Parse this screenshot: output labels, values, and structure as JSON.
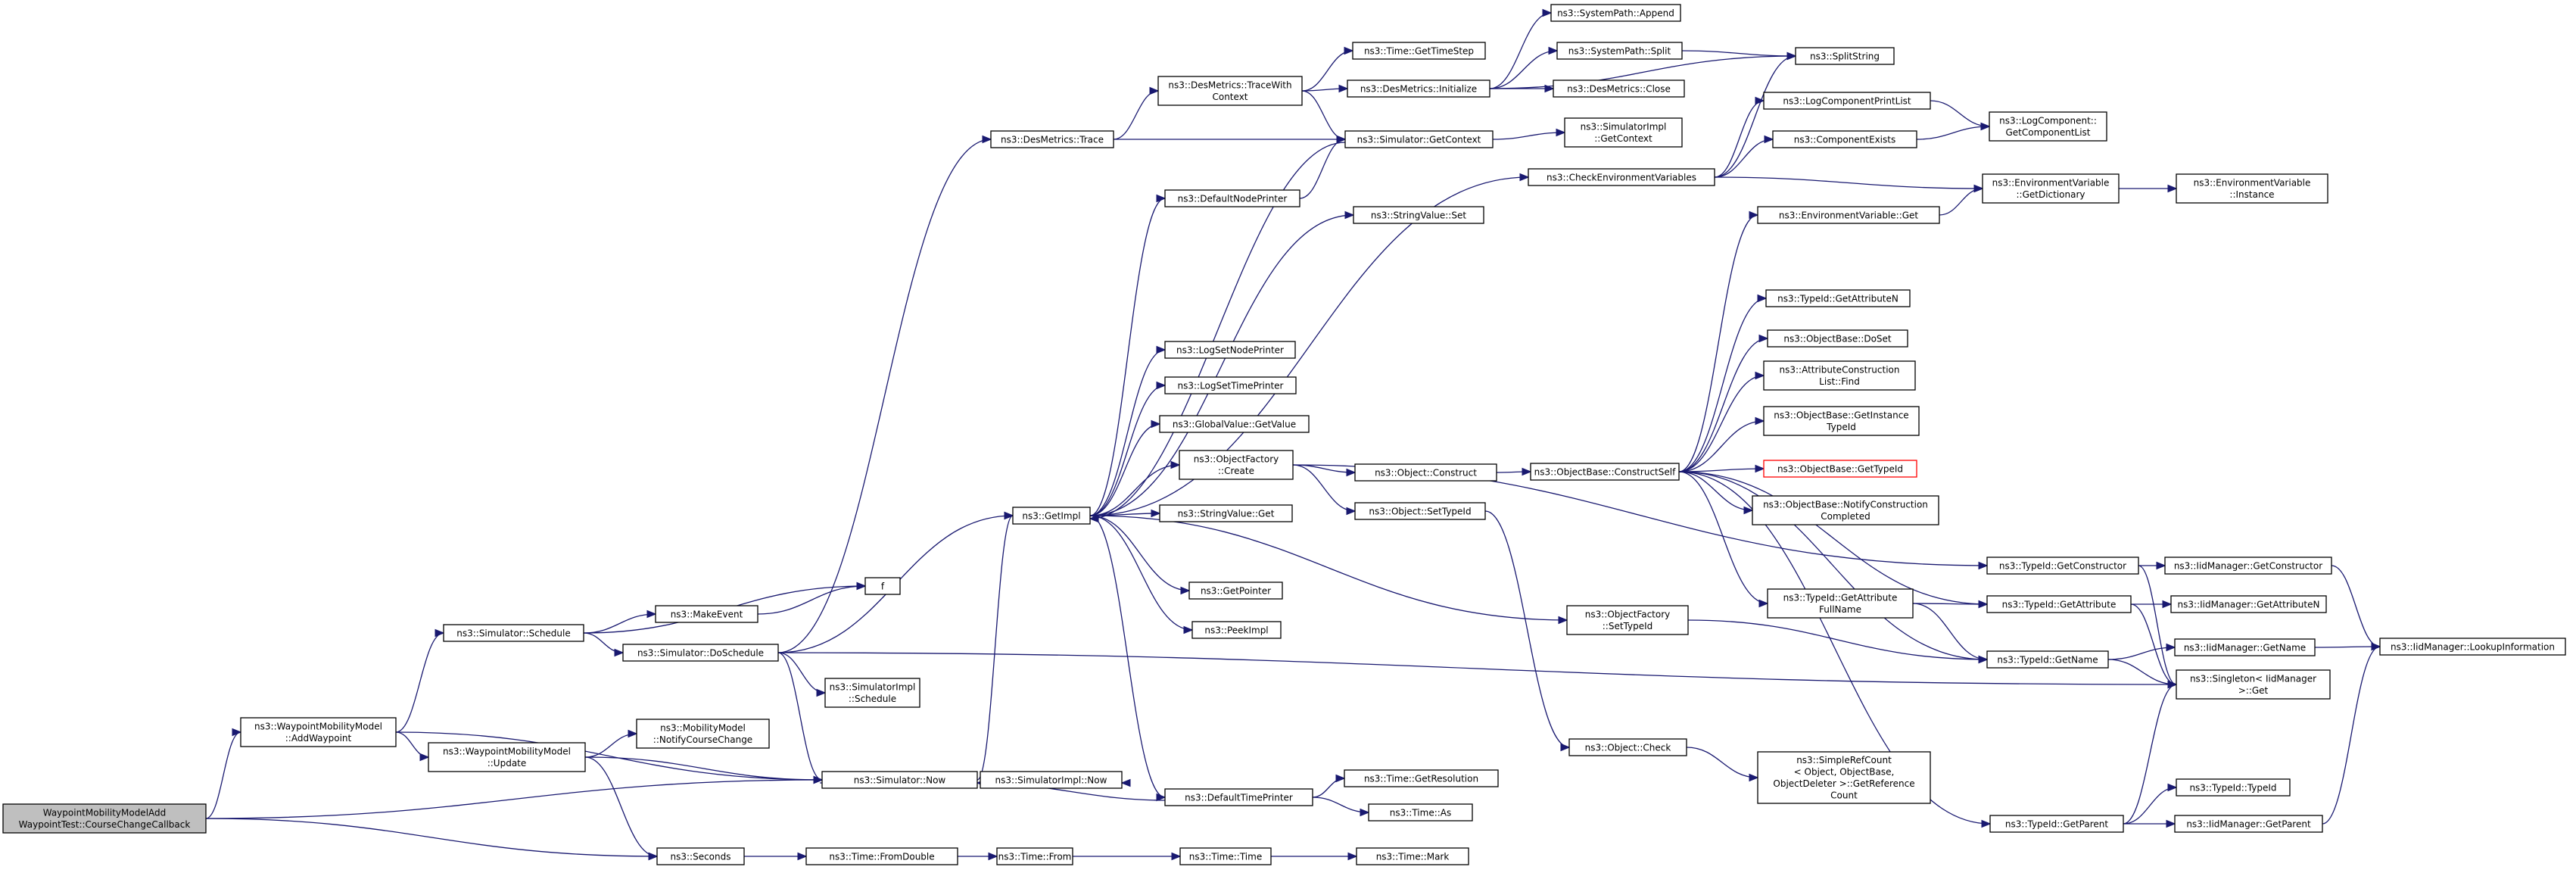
{
  "diagram": {
    "colors": {
      "edge": "#191970",
      "root_fill": "#bfbfbf",
      "highlight_border": "#ff0000"
    },
    "nodes": [
      {
        "id": "root",
        "lines": [
          "WaypointMobilityModelAdd",
          "WaypointTest::CourseChangeCallback"
        ],
        "style": "root"
      },
      {
        "id": "addwp",
        "lines": [
          "ns3::WaypointMobilityModel",
          "::AddWaypoint"
        ]
      },
      {
        "id": "wpupdate",
        "lines": [
          "ns3::WaypointMobilityModel",
          "::Update"
        ]
      },
      {
        "id": "notify",
        "lines": [
          "ns3::MobilityModel",
          "::NotifyCourseChange"
        ]
      },
      {
        "id": "schedule",
        "lines": [
          "ns3::Simulator::Schedule"
        ]
      },
      {
        "id": "makeevent",
        "lines": [
          "ns3::MakeEvent"
        ]
      },
      {
        "id": "f",
        "lines": [
          "f"
        ]
      },
      {
        "id": "doschedule",
        "lines": [
          "ns3::Simulator::DoSchedule"
        ]
      },
      {
        "id": "simimplsched",
        "lines": [
          "ns3::SimulatorImpl",
          "::Schedule"
        ]
      },
      {
        "id": "now",
        "lines": [
          "ns3::Simulator::Now"
        ]
      },
      {
        "id": "simimplnow",
        "lines": [
          "ns3::SimulatorImpl::Now"
        ]
      },
      {
        "id": "seconds",
        "lines": [
          "ns3::Seconds"
        ]
      },
      {
        "id": "fromdouble",
        "lines": [
          "ns3::Time::FromDouble"
        ]
      },
      {
        "id": "from",
        "lines": [
          "ns3::Time::From"
        ]
      },
      {
        "id": "timetime",
        "lines": [
          "ns3::Time::Time"
        ]
      },
      {
        "id": "mark",
        "lines": [
          "ns3::Time::Mark"
        ]
      },
      {
        "id": "desmtrace",
        "lines": [
          "ns3::DesMetrics::Trace"
        ]
      },
      {
        "id": "tracectx",
        "lines": [
          "ns3::DesMetrics::TraceWith",
          "Context"
        ]
      },
      {
        "id": "gettimestep",
        "lines": [
          "ns3::Time::GetTimeStep"
        ]
      },
      {
        "id": "desminit",
        "lines": [
          "ns3::DesMetrics::Initialize"
        ]
      },
      {
        "id": "append",
        "lines": [
          "ns3::SystemPath::Append"
        ]
      },
      {
        "id": "split",
        "lines": [
          "ns3::SystemPath::Split"
        ]
      },
      {
        "id": "splitstring",
        "lines": [
          "ns3::SplitString"
        ]
      },
      {
        "id": "desmclose",
        "lines": [
          "ns3::DesMetrics::Close"
        ]
      },
      {
        "id": "simgetctx",
        "lines": [
          "ns3::Simulator::GetContext"
        ]
      },
      {
        "id": "simimplctx",
        "lines": [
          "ns3::SimulatorImpl",
          "::GetContext"
        ]
      },
      {
        "id": "getimpl",
        "lines": [
          "ns3::GetImpl"
        ]
      },
      {
        "id": "defnodeprinter",
        "lines": [
          "ns3::DefaultNodePrinter"
        ]
      },
      {
        "id": "checkenv",
        "lines": [
          "ns3::CheckEnvironmentVariables"
        ]
      },
      {
        "id": "logcomplist",
        "lines": [
          "ns3::LogComponentPrintList"
        ]
      },
      {
        "id": "logcompget",
        "lines": [
          "ns3::LogComponent::",
          "GetComponentList"
        ]
      },
      {
        "id": "compexists",
        "lines": [
          "ns3::ComponentExists"
        ]
      },
      {
        "id": "envgetdict",
        "lines": [
          "ns3::EnvironmentVariable",
          "::GetDictionary"
        ]
      },
      {
        "id": "envinstance",
        "lines": [
          "ns3::EnvironmentVariable",
          "::Instance"
        ]
      },
      {
        "id": "envget",
        "lines": [
          "ns3::EnvironmentVariable::Get"
        ]
      },
      {
        "id": "strvalset",
        "lines": [
          "ns3::StringValue::Set"
        ]
      },
      {
        "id": "logsetnode",
        "lines": [
          "ns3::LogSetNodePrinter"
        ]
      },
      {
        "id": "logsettime",
        "lines": [
          "ns3::LogSetTimePrinter"
        ]
      },
      {
        "id": "globalget",
        "lines": [
          "ns3::GlobalValue::GetValue"
        ]
      },
      {
        "id": "objfactcreate",
        "lines": [
          "ns3::ObjectFactory",
          "::Create"
        ]
      },
      {
        "id": "strvalget",
        "lines": [
          "ns3::StringValue::Get"
        ]
      },
      {
        "id": "getpointer",
        "lines": [
          "ns3::GetPointer"
        ]
      },
      {
        "id": "peekimpl",
        "lines": [
          "ns3::PeekImpl"
        ]
      },
      {
        "id": "deftimeprinter",
        "lines": [
          "ns3::DefaultTimePrinter"
        ]
      },
      {
        "id": "getres",
        "lines": [
          "ns3::Time::GetResolution"
        ]
      },
      {
        "id": "timeas",
        "lines": [
          "ns3::Time::As"
        ]
      },
      {
        "id": "objconstruct",
        "lines": [
          "ns3::Object::Construct"
        ]
      },
      {
        "id": "objsettypeid",
        "lines": [
          "ns3::Object::SetTypeId"
        ]
      },
      {
        "id": "constructself",
        "lines": [
          "ns3::ObjectBase::ConstructSelf"
        ]
      },
      {
        "id": "getattrn",
        "lines": [
          "ns3::TypeId::GetAttributeN"
        ]
      },
      {
        "id": "doset",
        "lines": [
          "ns3::ObjectBase::DoSet"
        ]
      },
      {
        "id": "attrconstlist",
        "lines": [
          "ns3::AttributeConstruction",
          "List::Find"
        ]
      },
      {
        "id": "getinsttypeid",
        "lines": [
          "ns3::ObjectBase::GetInstance",
          "TypeId"
        ]
      },
      {
        "id": "gettypeid",
        "lines": [
          "ns3::ObjectBase::GetTypeId"
        ],
        "style": "red"
      },
      {
        "id": "notifyconst",
        "lines": [
          "ns3::ObjectBase::NotifyConstruction",
          "Completed"
        ]
      },
      {
        "id": "getattrfull",
        "lines": [
          "ns3::TypeId::GetAttribute",
          "FullName"
        ]
      },
      {
        "id": "objfactsettid",
        "lines": [
          "ns3::ObjectFactory",
          "::SetTypeId"
        ]
      },
      {
        "id": "objcheck",
        "lines": [
          "ns3::Object::Check"
        ]
      },
      {
        "id": "simplerefcount",
        "lines": [
          "ns3::SimpleRefCount",
          "< Object, ObjectBase,",
          "ObjectDeleter >::GetReference",
          "Count"
        ]
      },
      {
        "id": "getconstructor",
        "lines": [
          "ns3::TypeId::GetConstructor"
        ]
      },
      {
        "id": "getattribute",
        "lines": [
          "ns3::TypeId::GetAttribute"
        ]
      },
      {
        "id": "tidgetname",
        "lines": [
          "ns3::TypeId::GetName"
        ]
      },
      {
        "id": "getparent",
        "lines": [
          "ns3::TypeId::GetParent"
        ]
      },
      {
        "id": "iidgetctor",
        "lines": [
          "ns3::IidManager::GetConstructor"
        ]
      },
      {
        "id": "iidgetattrn",
        "lines": [
          "ns3::IidManager::GetAttributeN"
        ]
      },
      {
        "id": "iidgetname",
        "lines": [
          "ns3::IidManager::GetName"
        ]
      },
      {
        "id": "singleton",
        "lines": [
          "ns3::Singleton< IidManager",
          ">::Get"
        ]
      },
      {
        "id": "tidtypeid",
        "lines": [
          "ns3::TypeId::TypeId"
        ]
      },
      {
        "id": "iidgetparent",
        "lines": [
          "ns3::IidManager::GetParent"
        ]
      },
      {
        "id": "lookup",
        "lines": [
          "ns3::IidManager::LookupInformation"
        ]
      }
    ],
    "edges": [
      [
        "root",
        "addwp"
      ],
      [
        "root",
        "now"
      ],
      [
        "root",
        "seconds"
      ],
      [
        "addwp",
        "schedule"
      ],
      [
        "addwp",
        "now"
      ],
      [
        "addwp",
        "wpupdate"
      ],
      [
        "wpupdate",
        "notify"
      ],
      [
        "wpupdate",
        "now"
      ],
      [
        "wpupdate",
        "seconds"
      ],
      [
        "schedule",
        "makeevent"
      ],
      [
        "schedule",
        "f"
      ],
      [
        "schedule",
        "doschedule"
      ],
      [
        "makeevent",
        "f"
      ],
      [
        "doschedule",
        "desmtrace"
      ],
      [
        "doschedule",
        "getimpl"
      ],
      [
        "doschedule",
        "now"
      ],
      [
        "doschedule",
        "simimplsched"
      ],
      [
        "doschedule",
        "singleton"
      ],
      [
        "now",
        "getimpl"
      ],
      [
        "now",
        "simimplnow"
      ],
      [
        "seconds",
        "fromdouble"
      ],
      [
        "fromdouble",
        "from"
      ],
      [
        "from",
        "timetime"
      ],
      [
        "timetime",
        "mark"
      ],
      [
        "desmtrace",
        "tracectx"
      ],
      [
        "desmtrace",
        "simgetctx"
      ],
      [
        "tracectx",
        "gettimestep"
      ],
      [
        "tracectx",
        "desminit"
      ],
      [
        "tracectx",
        "simgetctx"
      ],
      [
        "desminit",
        "append"
      ],
      [
        "desminit",
        "split"
      ],
      [
        "desminit",
        "splitstring"
      ],
      [
        "desminit",
        "desmclose"
      ],
      [
        "split",
        "splitstring"
      ],
      [
        "simgetctx",
        "simimplctx"
      ],
      [
        "simgetctx",
        "getimpl"
      ],
      [
        "getimpl",
        "defnodeprinter"
      ],
      [
        "getimpl",
        "checkenv"
      ],
      [
        "getimpl",
        "strvalset"
      ],
      [
        "getimpl",
        "logsetnode"
      ],
      [
        "getimpl",
        "logsettime"
      ],
      [
        "getimpl",
        "globalget"
      ],
      [
        "getimpl",
        "objfactcreate"
      ],
      [
        "getimpl",
        "strvalget"
      ],
      [
        "getimpl",
        "getpointer"
      ],
      [
        "getimpl",
        "peekimpl"
      ],
      [
        "getimpl",
        "deftimeprinter"
      ],
      [
        "getimpl",
        "objfactsettid"
      ],
      [
        "defnodeprinter",
        "simgetctx"
      ],
      [
        "checkenv",
        "splitstring"
      ],
      [
        "checkenv",
        "logcomplist"
      ],
      [
        "checkenv",
        "compexists"
      ],
      [
        "checkenv",
        "envgetdict"
      ],
      [
        "logcomplist",
        "logcompget"
      ],
      [
        "compexists",
        "logcompget"
      ],
      [
        "envgetdict",
        "envinstance"
      ],
      [
        "envget",
        "envgetdict"
      ],
      [
        "deftimeprinter",
        "now"
      ],
      [
        "deftimeprinter",
        "getres"
      ],
      [
        "deftimeprinter",
        "timeas"
      ],
      [
        "objfactcreate",
        "objconstruct"
      ],
      [
        "objfactcreate",
        "objsettypeid"
      ],
      [
        "objfactcreate",
        "getconstructor"
      ],
      [
        "objconstruct",
        "constructself"
      ],
      [
        "objsettypeid",
        "objcheck"
      ],
      [
        "objcheck",
        "simplerefcount"
      ],
      [
        "constructself",
        "envget"
      ],
      [
        "constructself",
        "getattrn"
      ],
      [
        "constructself",
        "doset"
      ],
      [
        "constructself",
        "attrconstlist"
      ],
      [
        "constructself",
        "getinsttypeid"
      ],
      [
        "constructself",
        "gettypeid"
      ],
      [
        "constructself",
        "notifyconst"
      ],
      [
        "constructself",
        "getattrfull"
      ],
      [
        "constructself",
        "getattribute"
      ],
      [
        "constructself",
        "tidgetname"
      ],
      [
        "constructself",
        "getparent"
      ],
      [
        "getattrfull",
        "getattribute"
      ],
      [
        "getattrfull",
        "tidgetname"
      ],
      [
        "objfactsettid",
        "tidgetname"
      ],
      [
        "getconstructor",
        "iidgetctor"
      ],
      [
        "getconstructor",
        "singleton"
      ],
      [
        "getattribute",
        "iidgetattrn"
      ],
      [
        "getattribute",
        "singleton"
      ],
      [
        "tidgetname",
        "iidgetname"
      ],
      [
        "tidgetname",
        "singleton"
      ],
      [
        "getparent",
        "singleton"
      ],
      [
        "getparent",
        "tidtypeid"
      ],
      [
        "getparent",
        "iidgetparent"
      ],
      [
        "iidgetctor",
        "lookup"
      ],
      [
        "iidgetname",
        "lookup"
      ],
      [
        "iidgetparent",
        "lookup"
      ]
    ]
  }
}
